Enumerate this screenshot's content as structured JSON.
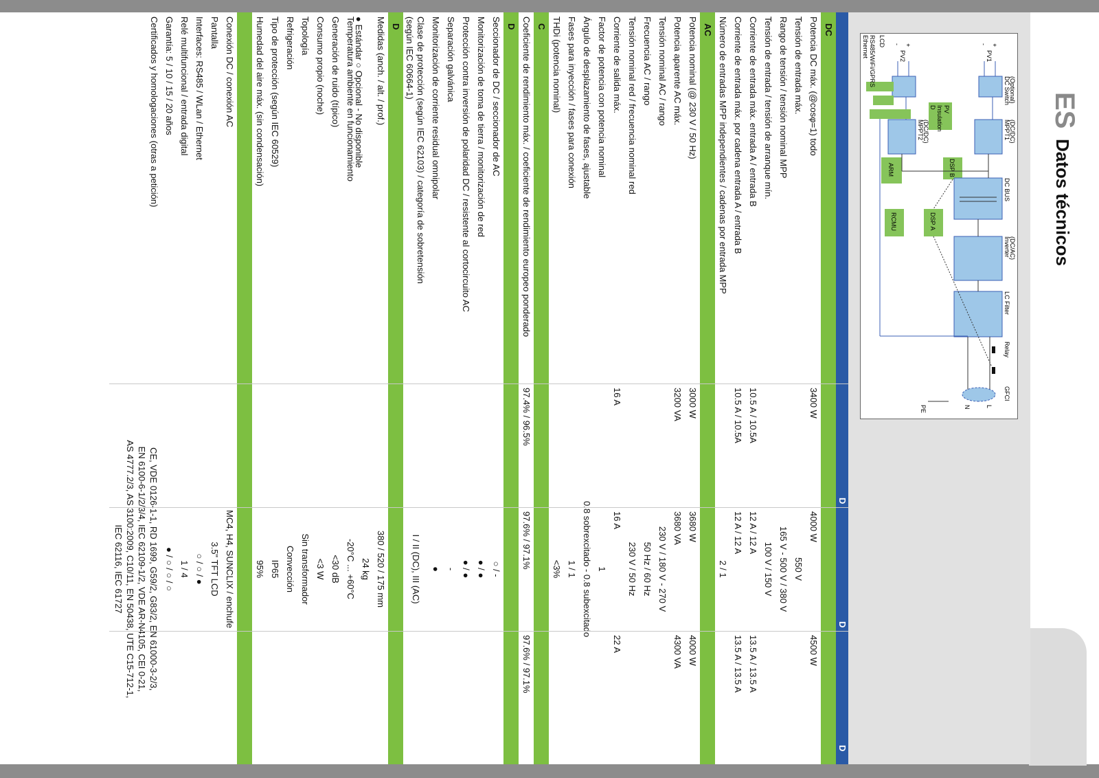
{
  "header": {
    "lang": "ES",
    "title": "Datos técnicos"
  },
  "diagram": {
    "labels": {
      "pv1": "PV1",
      "pv2": "PV2",
      "plus": "+",
      "minus": "-",
      "dc_switch": "DC Switch",
      "dc_switch_sub": "(Optional)",
      "mppt1": "MPPT1",
      "mppt1_sub": "(DC/DC)",
      "mppt2": "MPPT2",
      "mppt2_sub": "(DC/DC)",
      "dc_bus": "DC BUS",
      "inverter": "Inverter",
      "inverter_sub": "(DC/AC)",
      "lc_filter": "LC Filter",
      "relay": "Relay",
      "gfci": "GFCI",
      "l": "L",
      "n": "N",
      "pe": "PE",
      "pv_insulation": "PV",
      "pv_insulation_2": "Insulation",
      "pv_insulation_3": "D",
      "dsp_b": "DSP B",
      "dsp_a": "DSP A",
      "arm": "ARM",
      "rcmu": "RCMU",
      "lcd": "LCD",
      "ethernet": "Ethernet",
      "rs485": "RS485/WiFi/GPRS"
    }
  },
  "table": {
    "columns": [
      "D",
      "D",
      "D"
    ],
    "rows": [
      {
        "type": "section",
        "label": "DC"
      },
      {
        "type": "data",
        "label": "Potencia DC máx. (@cosφ=1) todo",
        "cols": [
          "3400 W",
          "4000 W",
          "4500 W"
        ]
      },
      {
        "type": "data",
        "label": "Tensión de entrada máx.",
        "span": "550 V"
      },
      {
        "type": "data",
        "label": "Rango de tensión / tensión nominal MPP",
        "span": "165 V - 500 V / 380 V"
      },
      {
        "type": "data",
        "label": "Tensión de entrada / tensión de arranque mín.",
        "span": "100 V / 150 V"
      },
      {
        "type": "data",
        "label": "Corriente de entrada máx. entrada A / entrada B",
        "cols": [
          "10.5 A / 10.5A",
          "12 A / 12 A",
          "13.5 A / 13.5 A"
        ]
      },
      {
        "type": "data",
        "label": "Corriente de entrada máx. por cadena entrada A / entrada B",
        "cols": [
          "10.5 A / 10.5A",
          "12 A / 12 A",
          "13.5 A / 13.5 A"
        ]
      },
      {
        "type": "data",
        "label": "Número de entradas MPP independientes / cadenas por entrada MPP",
        "span": "2 / 1"
      },
      {
        "type": "section",
        "label": "AC"
      },
      {
        "type": "data",
        "label": "Potencia nominal (@ 230 V / 50 Hz)",
        "cols": [
          "3000 W",
          "3680 W",
          "4000 W"
        ]
      },
      {
        "type": "data",
        "label": "Potencia aparente AC máx.",
        "cols": [
          "3200 VA",
          "3680 VA",
          "4300 VA"
        ]
      },
      {
        "type": "data",
        "label": "Tensión nominal AC / rango",
        "span": "230 V / 180 V - 270 V"
      },
      {
        "type": "data",
        "label": "Frecuencia AC / rango",
        "span": "50 Hz / 60 Hz"
      },
      {
        "type": "data",
        "label": "Tensión nominal red / frecuencia nominal red",
        "span": "230 V / 50 Hz"
      },
      {
        "type": "data",
        "label": "Corriente de salida máx.",
        "cols": [
          "16 A",
          "16 A",
          "22 A"
        ]
      },
      {
        "type": "data",
        "label": "Factor de potencia con potencia nominal",
        "span": "1"
      },
      {
        "type": "data",
        "label": "Ángulo de desplazamiento de fases, ajustable",
        "span": "0.8 sobrexcitado - 0.8 subexcitado"
      },
      {
        "type": "data",
        "label": "Fases para inyección / fases para conexión",
        "span": "1 / 1"
      },
      {
        "type": "data",
        "label": "THDi (potencia nominal)",
        "span": "<3%"
      },
      {
        "type": "section",
        "label": "C"
      },
      {
        "type": "data",
        "label": "Coeficiente de rendimiento máx. / coeficiente de rendimiento europeo ponderado",
        "cols": [
          "97.4% / 96.5%",
          "97.6% / 97.1%",
          "97.6% / 97.1%"
        ]
      },
      {
        "type": "section",
        "label": "D"
      },
      {
        "type": "data",
        "label": "Seccionador de DC / seccionador de AC",
        "span": "○ / -"
      },
      {
        "type": "data",
        "label": "Monitorización de toma de tierra / monitorización de red",
        "span": "● / ●"
      },
      {
        "type": "data",
        "label": "Protección contra inversión de polaridad DC / resistente al cortocircuito AC",
        "span": "● / ●"
      },
      {
        "type": "data",
        "label": "Separación galvánica",
        "span": "-"
      },
      {
        "type": "data",
        "label": "Monitorización de corriente residual omnipolar",
        "span": "●"
      },
      {
        "type": "data",
        "label": "Clase de protección (según IEC 62103) / categoría de sobretensión",
        "label2": "(según IEC 60664-1)",
        "span": "I / II (DC), III (AC)",
        "tall": true
      },
      {
        "type": "section",
        "label": "D"
      },
      {
        "type": "data",
        "label": "Medidas (anch. / alt. / prof.)",
        "span": "380 / 520 / 175 mm"
      },
      {
        "type": "data",
        "label": "",
        "span": "24 kg"
      },
      {
        "type": "data",
        "label": "Temperatura ambiente en funcionamiento",
        "span": "-20°C ... +60°C"
      },
      {
        "type": "data",
        "label": "Generación de ruido (típico)",
        "span": "<30 dB"
      },
      {
        "type": "data",
        "label": "Consumo propio (noche)",
        "span": "<3 W"
      },
      {
        "type": "data",
        "label": "Topología",
        "span": "Sin transformador"
      },
      {
        "type": "data",
        "label": "Refrigeración",
        "span": "Convección"
      },
      {
        "type": "data",
        "label": "Tipo de protección (según IEC 60529)",
        "span": "IP65"
      },
      {
        "type": "data",
        "label": "Humedad del aire máx. (sin condensación)",
        "span": "95%"
      },
      {
        "type": "section",
        "label": ""
      },
      {
        "type": "data",
        "label": "Conexión DC / conexión AC",
        "span": "MC4, H4, SUNCLIX / enchufe"
      },
      {
        "type": "data",
        "label": "Pantalla",
        "span": "3.5\" TFT LCD"
      },
      {
        "type": "data",
        "label": "Interfaces: RS485 / WLan / Ethernet",
        "span": "○ / ○ / ●"
      },
      {
        "type": "data",
        "label": "Relé multifuncional / entrada digital",
        "span": "1 / 4"
      },
      {
        "type": "data",
        "label": "Garantía: 5 / 10 / 15 / 20 años",
        "span": "● / ○ / ○ / ○"
      },
      {
        "type": "cert",
        "label": "Certificados y homologaciones (otras a petición)",
        "lines": [
          "CE, VDE 0126-1-1, RD 1699, G59/2, G83/2, EN 61000-3-2/3,",
          "EN 6100-6-1/2/3/4, IEC 62109-1/2, VDE AR-N4105, CEI 0-21,",
          "AS 4777.2/3, AS 3100:2009, C10/11, EN 50438, UTE C15-712-1,",
          "IEC 62116, IEC 61727"
        ]
      }
    ]
  },
  "legend": "● Estándar  ○ Opcional  - No disponible"
}
